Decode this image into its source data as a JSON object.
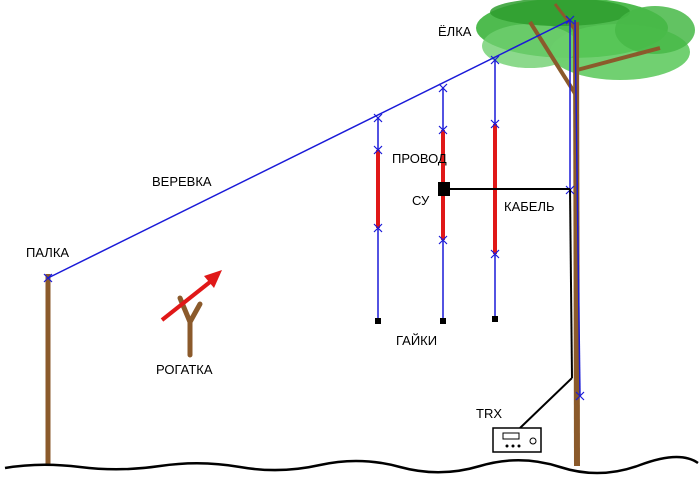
{
  "labels": {
    "tree": "ЁЛКА",
    "stick": "ПАЛКА",
    "rope": "ВЕРЕВКА",
    "wire": "ПРОВОД",
    "tuner": "СУ",
    "cable": "КАБЕЛЬ",
    "nuts": "ГАЙКИ",
    "slingshot": "РОГАТКА",
    "radio": "TRX"
  },
  "colors": {
    "rope": "#1a1ad8",
    "wire": "#e01818",
    "wood": "#8b5a2b",
    "foliage": "#3cb43c",
    "cable": "#000000",
    "arrow": "#e01818"
  }
}
